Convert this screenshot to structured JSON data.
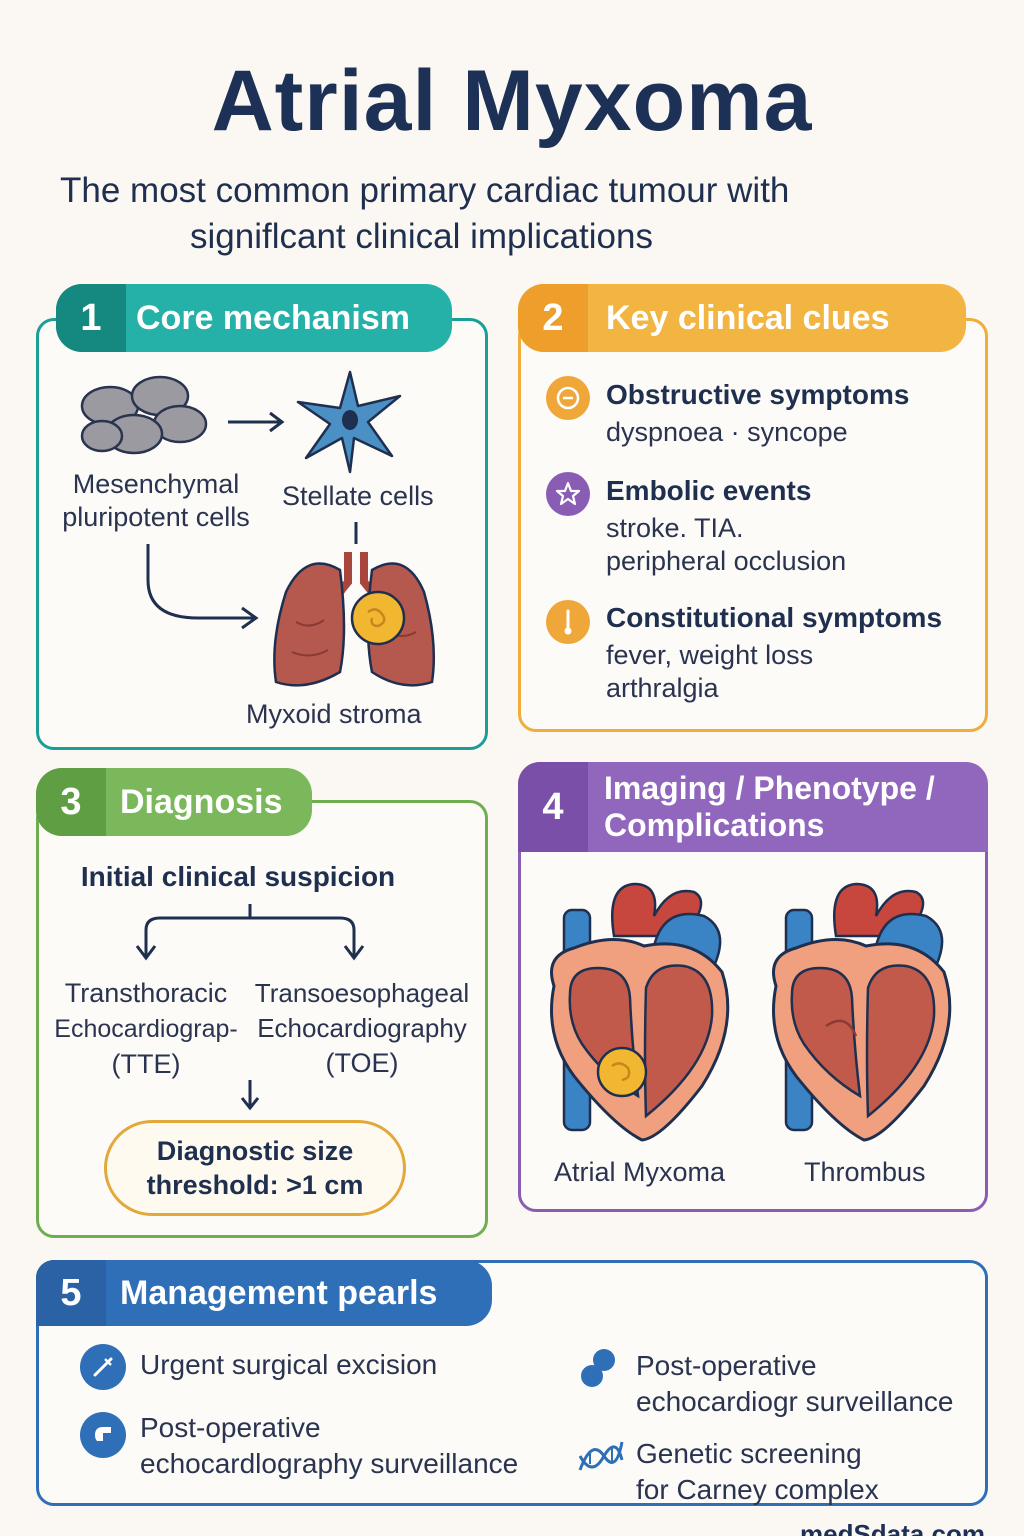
{
  "title": "Atrial Myxoma",
  "subtitle": {
    "line1": "The most common primary cardiac tumour with",
    "line2": "signiflcant clinical implications"
  },
  "colors": {
    "teal": "#1a9e96",
    "orange": "#f0ad3a",
    "green": "#6fae50",
    "purple": "#8a5db5",
    "blue": "#2f6fb8",
    "navy": "#1d3157"
  },
  "sections": {
    "core": {
      "number": "1",
      "title": "Core mechanism",
      "mesenchymal_line1": "Mesenchymal",
      "mesenchymal_line2": "pluripotent cells",
      "stellate": "Stellate cells",
      "myxoid": "Myxoid stroma"
    },
    "clues": {
      "number": "2",
      "title": "Key clinical clues",
      "items": [
        {
          "heading": "Obstructive symptoms",
          "line1": "dyspnoea · syncope",
          "line2": "",
          "icon": "minus-circle-icon"
        },
        {
          "heading": "Embolic events",
          "line1": "stroke. TIA.",
          "line2": "peripheral occlusion",
          "icon": "star-icon"
        },
        {
          "heading": "Constitutional symptoms",
          "line1": "fever, weight loss",
          "line2": "arthralgia",
          "icon": "thermometer-icon"
        }
      ]
    },
    "diagnosis": {
      "number": "3",
      "title": "Diagnosis",
      "suspicion": "Initial clinical suspicion",
      "tte_line1": "Transthoracic",
      "tte_line2": "Echocardiograp-",
      "tte_line3": "(TTE)",
      "toe_line1": "Transoesophageal",
      "toe_line2": "Echocardiography",
      "toe_line3": "(TOE)",
      "threshold_line1": "Diagnostic size",
      "threshold_line2": "threshold: >1 cm"
    },
    "imaging": {
      "number": "4",
      "title_line1": "Imaging / Phenotype /",
      "title_line2": "Complications",
      "left_label": "Atrial Myxoma",
      "right_label": "Thrombus"
    },
    "management": {
      "number": "5",
      "title": "Management pearls",
      "items": [
        {
          "line1": "Urgent surgical excision",
          "line2": "",
          "icon": "scalpel-icon"
        },
        {
          "line1": "Post-operative",
          "line2": "echocardlography surveillance",
          "icon": "probe-icon"
        },
        {
          "line1": "Post-operative",
          "line2": "echocardiogr surveillance",
          "icon": "dots-icon"
        },
        {
          "line1": "Genetic screening",
          "line2": "for Carney complex",
          "icon": "dna-icon"
        }
      ]
    }
  },
  "footer": "medSdata.com"
}
